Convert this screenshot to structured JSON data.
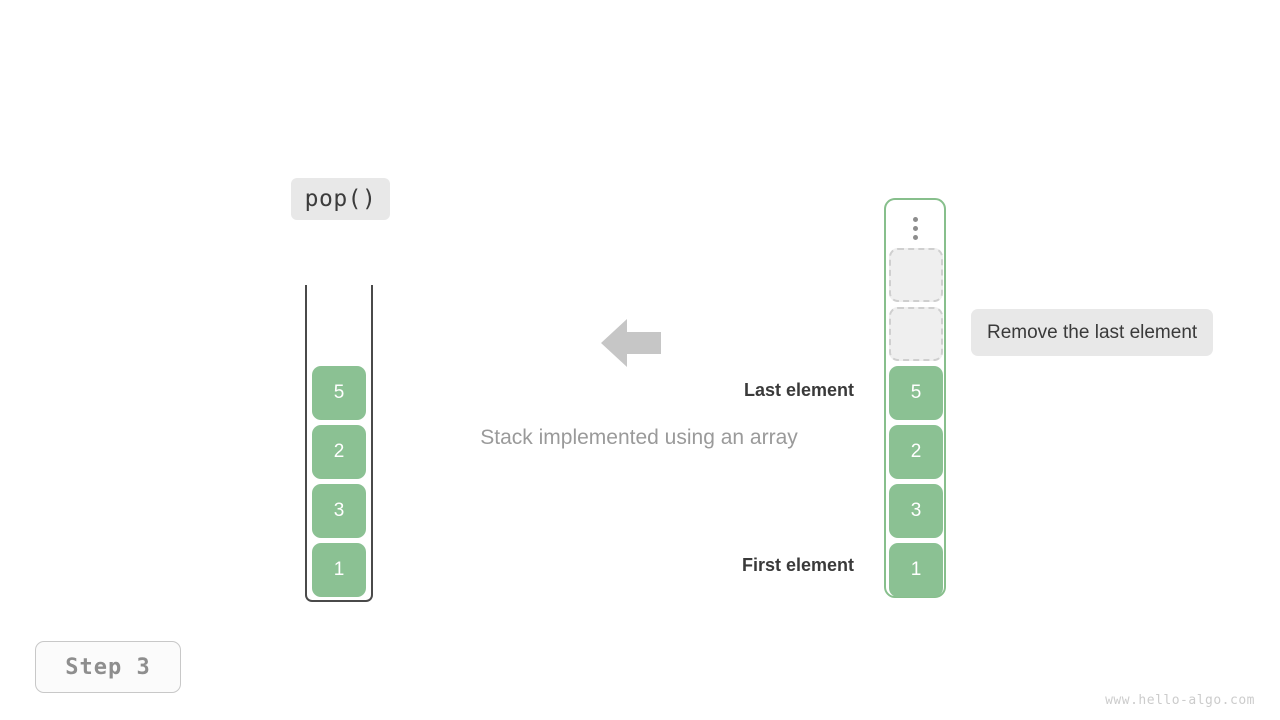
{
  "meta": {
    "title": "Stack implemented using an array — pop() step",
    "watermark": "www.hello-algo.com"
  },
  "operation": {
    "label": "pop()"
  },
  "caption": {
    "text": "Stack implemented using an array"
  },
  "annotations": {
    "last_element": "Last element",
    "first_element": "First element",
    "note": "Remove the last element"
  },
  "stack": {
    "name": "stack-container",
    "values": [
      "5",
      "2",
      "3",
      "1"
    ]
  },
  "array": {
    "name": "array-container",
    "ellipsis": "vertical-ellipsis",
    "empty_slots": 2,
    "values": [
      "5",
      "2",
      "3",
      "1"
    ]
  },
  "arrow": {
    "direction": "left",
    "color": "#c6c6c6"
  },
  "step": {
    "label": "Step 3"
  },
  "colors": {
    "cell_green": "#8bc193",
    "array_border_green": "#87bf8c",
    "stack_border": "#4a4a4a",
    "chip_gray": "#e8e8e8",
    "empty_slot_fill": "#efefef",
    "empty_slot_border": "#cfcfcf",
    "caption_gray": "#9a9a9a",
    "annot_dark": "#3a3a3a",
    "watermark_gray": "#cccccc"
  }
}
